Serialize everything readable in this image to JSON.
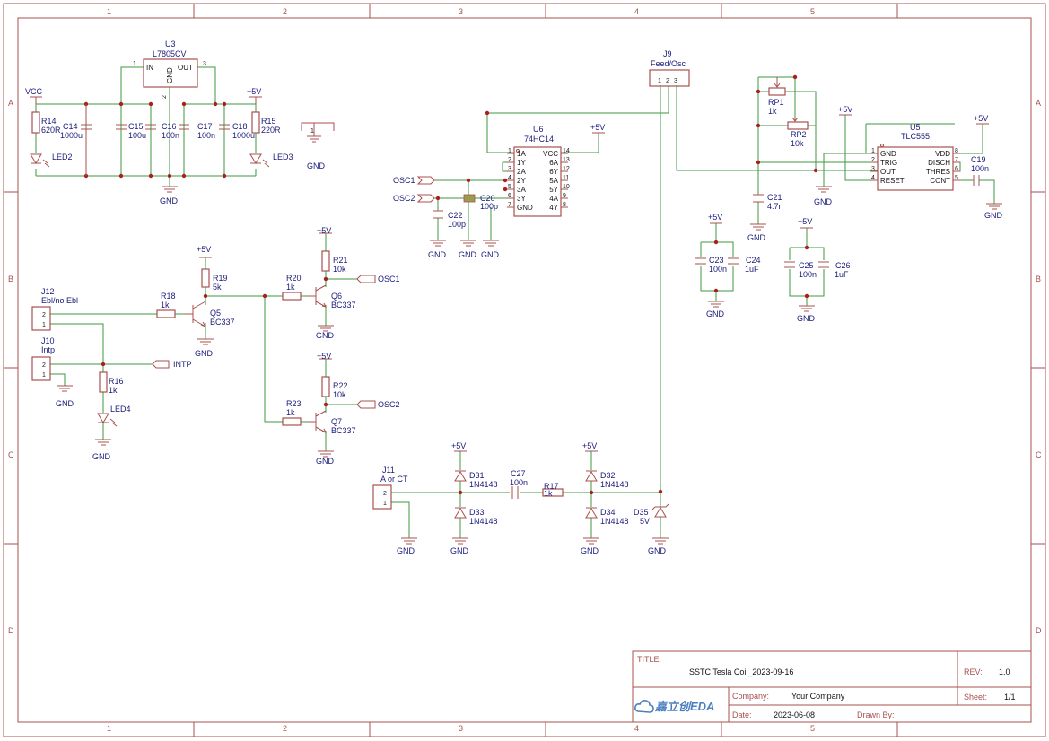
{
  "frame": {
    "columns": [
      "1",
      "2",
      "3",
      "4",
      "5"
    ],
    "rows": [
      "A",
      "B",
      "C",
      "D"
    ]
  },
  "title_block": {
    "title_label": "TITLE:",
    "title": "SSTC Tesla Coil_2023-09-16",
    "rev_label": "REV:",
    "rev": "1.0",
    "company_label": "Company:",
    "company": "Your Company",
    "sheet_label": "Sheet:",
    "sheet": "1/1",
    "date_label": "Date:",
    "date": "2023-06-08",
    "drawn_label": "Drawn By:",
    "drawn": "",
    "logo_text": "嘉立创EDA"
  },
  "power_labels": {
    "vcc": "VCC",
    "p5v": "+5V",
    "gnd": "GND"
  },
  "net_labels": {
    "osc1": "OSC1",
    "osc2": "OSC2",
    "intp": "INTP"
  },
  "components": {
    "U3": {
      "ref": "U3",
      "value": "L7805CV",
      "pin_in": "IN",
      "pin_gnd": "GND",
      "pin_out": "OUT",
      "n1": "1",
      "n2": "2",
      "n3": "3"
    },
    "R14": {
      "ref": "R14",
      "value": "620R"
    },
    "C14": {
      "ref": "C14",
      "value": "1000u"
    },
    "C15": {
      "ref": "C15",
      "value": "100u"
    },
    "C16": {
      "ref": "C16",
      "value": "100n"
    },
    "C17": {
      "ref": "C17",
      "value": "100n"
    },
    "C18": {
      "ref": "C18",
      "value": "1000u"
    },
    "R15": {
      "ref": "R15",
      "value": "220R"
    },
    "LED2": {
      "ref": "LED2"
    },
    "LED3": {
      "ref": "LED3"
    },
    "U6": {
      "ref": "U6",
      "value": "74HC14",
      "left_pins": [
        {
          "num": "1",
          "name": "1A"
        },
        {
          "num": "2",
          "name": "1Y"
        },
        {
          "num": "3",
          "name": "2A"
        },
        {
          "num": "4",
          "name": "2Y"
        },
        {
          "num": "5",
          "name": "3A"
        },
        {
          "num": "6",
          "name": "3Y"
        },
        {
          "num": "7",
          "name": "GND"
        }
      ],
      "right_pins": [
        {
          "num": "14",
          "name": "VCC"
        },
        {
          "num": "13",
          "name": "6A"
        },
        {
          "num": "12",
          "name": "6Y"
        },
        {
          "num": "11",
          "name": "5A"
        },
        {
          "num": "10",
          "name": "5Y"
        },
        {
          "num": "9",
          "name": "4A"
        },
        {
          "num": "8",
          "name": "4Y"
        }
      ]
    },
    "C20": {
      "ref": "C20",
      "value": "100p"
    },
    "C22": {
      "ref": "C22",
      "value": "100p"
    },
    "J9": {
      "ref": "J9",
      "value": "Feed/Osc",
      "pins": [
        "1",
        "2",
        "3"
      ]
    },
    "RP1": {
      "ref": "RP1",
      "value": "1k"
    },
    "RP2": {
      "ref": "RP2",
      "value": "10k"
    },
    "C21": {
      "ref": "C21",
      "value": "4.7n"
    },
    "U5": {
      "ref": "U5",
      "value": "TLC555",
      "left_pins": [
        {
          "num": "1",
          "name": "GND"
        },
        {
          "num": "2",
          "name": "TRIG"
        },
        {
          "num": "3",
          "name": "OUT"
        },
        {
          "num": "4",
          "name": "RESET"
        }
      ],
      "right_pins": [
        {
          "num": "8",
          "name": "VDD"
        },
        {
          "num": "7",
          "name": "DISCH"
        },
        {
          "num": "6",
          "name": "THRES"
        },
        {
          "num": "5",
          "name": "CONT"
        }
      ]
    },
    "C19": {
      "ref": "C19",
      "value": "100n"
    },
    "C23": {
      "ref": "C23",
      "value": "100n"
    },
    "C24": {
      "ref": "C24",
      "value": "1uF"
    },
    "C25": {
      "ref": "C25",
      "value": "100n"
    },
    "C26": {
      "ref": "C26",
      "value": "1uF"
    },
    "J12": {
      "ref": "J12",
      "value": "Ebl/no Ebl",
      "p1": "1",
      "p2": "2"
    },
    "J10": {
      "ref": "J10",
      "value": "Intp",
      "p1": "1",
      "p2": "2"
    },
    "R18": {
      "ref": "R18",
      "value": "1k"
    },
    "R19": {
      "ref": "R19",
      "value": "5k"
    },
    "Q5": {
      "ref": "Q5",
      "value": "BC337"
    },
    "R16": {
      "ref": "R16",
      "value": "1k"
    },
    "LED4": {
      "ref": "LED4"
    },
    "R20": {
      "ref": "R20",
      "value": "1k"
    },
    "R21": {
      "ref": "R21",
      "value": "10k"
    },
    "Q6": {
      "ref": "Q6",
      "value": "BC337"
    },
    "R23": {
      "ref": "R23",
      "value": "1k"
    },
    "R22": {
      "ref": "R22",
      "value": "10k"
    },
    "Q7": {
      "ref": "Q7",
      "value": "BC337"
    },
    "J11": {
      "ref": "J11",
      "value": "A or CT",
      "p1": "1",
      "p2": "2"
    },
    "D31": {
      "ref": "D31",
      "value": "1N4148"
    },
    "D33": {
      "ref": "D33",
      "value": "1N4148"
    },
    "C27": {
      "ref": "C27",
      "value": "100n"
    },
    "R17": {
      "ref": "R17",
      "value": "1k"
    },
    "D32": {
      "ref": "D32",
      "value": "1N4148"
    },
    "D34": {
      "ref": "D34",
      "value": "1N4148"
    },
    "D35": {
      "ref": "D35",
      "value": "5V"
    }
  },
  "colors": {
    "frame": "#a8504f",
    "wire": "#3f9a3f",
    "reference": "#1a1a7a",
    "junction": "#a8201f"
  }
}
